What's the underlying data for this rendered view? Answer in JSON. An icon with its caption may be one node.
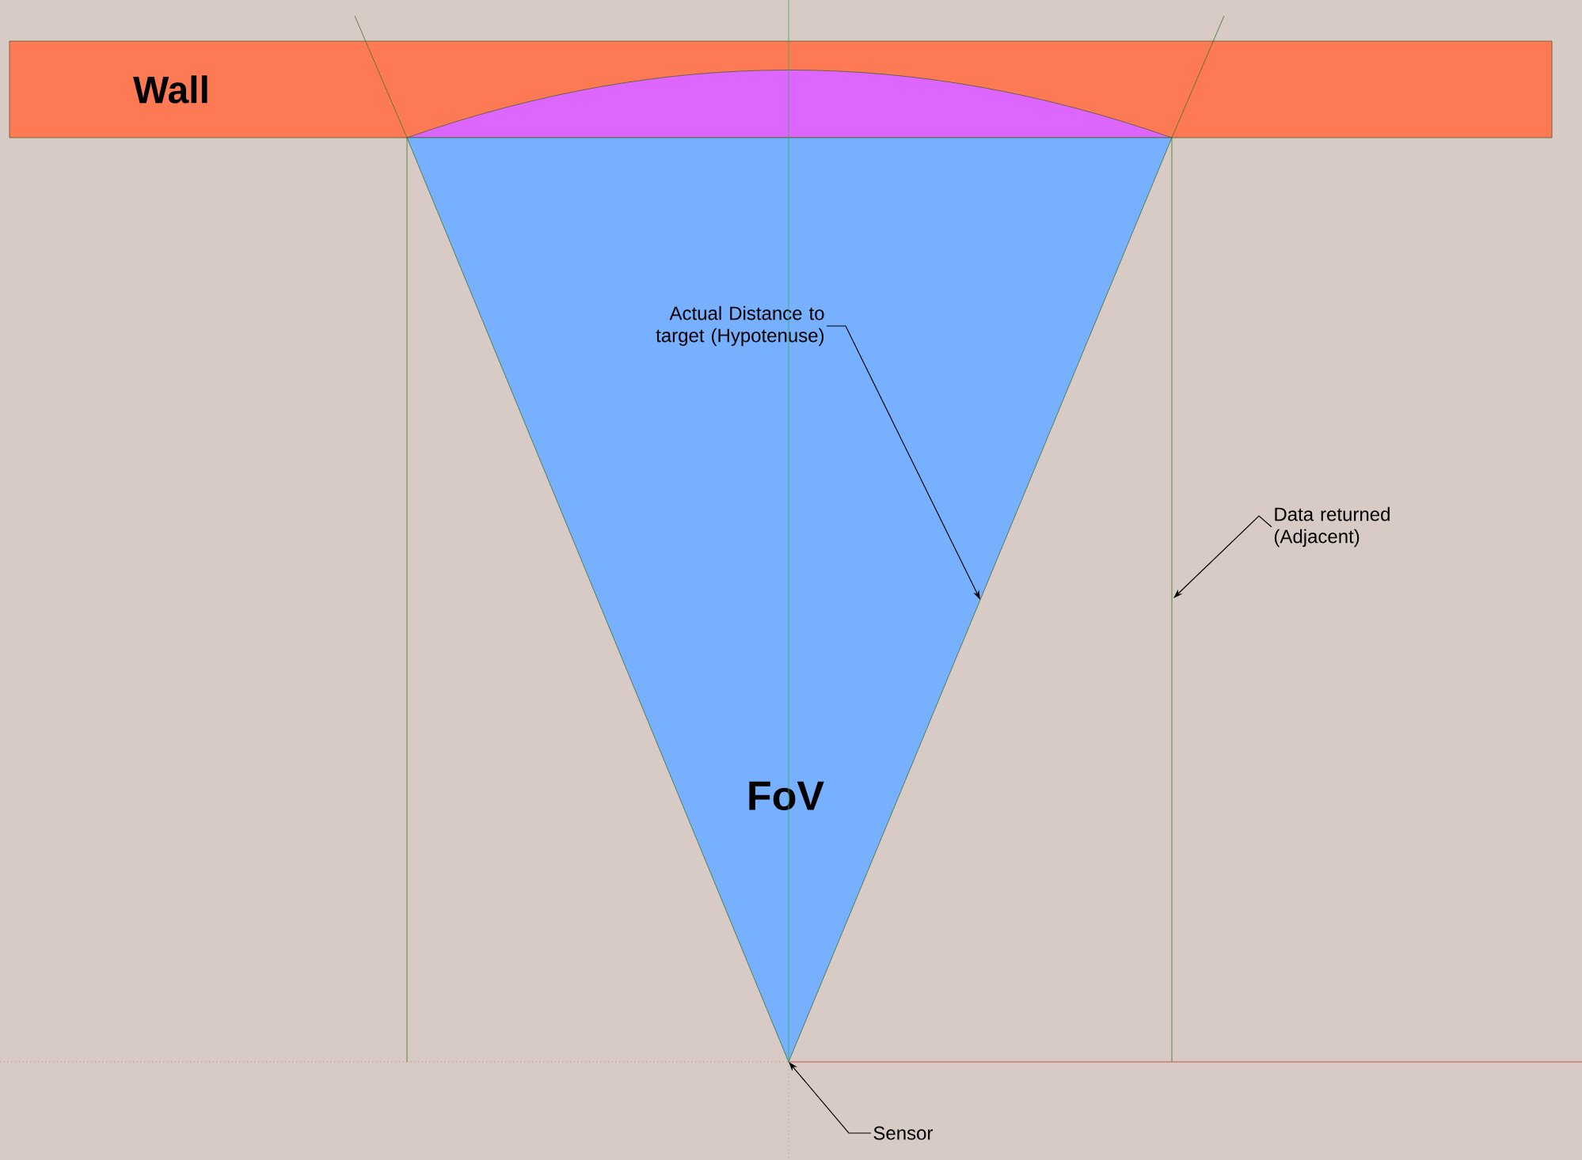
{
  "diagram": {
    "nodes": [
      {
        "text": [
          "Wall"
        ]
      },
      {
        "text": [
          "FoV"
        ]
      },
      {
        "text": [
          "Actual Distance to target (Hypotenuse)"
        ],
        "in": 1
      },
      {
        "text": [
          "Data returned (Adjacent)"
        ]
      },
      {
        "text": [
          "Sensor"
        ]
      }
    ],
    "edges": [
      {
        "from": 2,
        "to": 1,
        "arrow": "to"
      },
      {
        "from": 3,
        "to": null,
        "arrow": "to"
      },
      {
        "from": 4,
        "to": 1,
        "arrow": "to"
      }
    ]
  }
}
